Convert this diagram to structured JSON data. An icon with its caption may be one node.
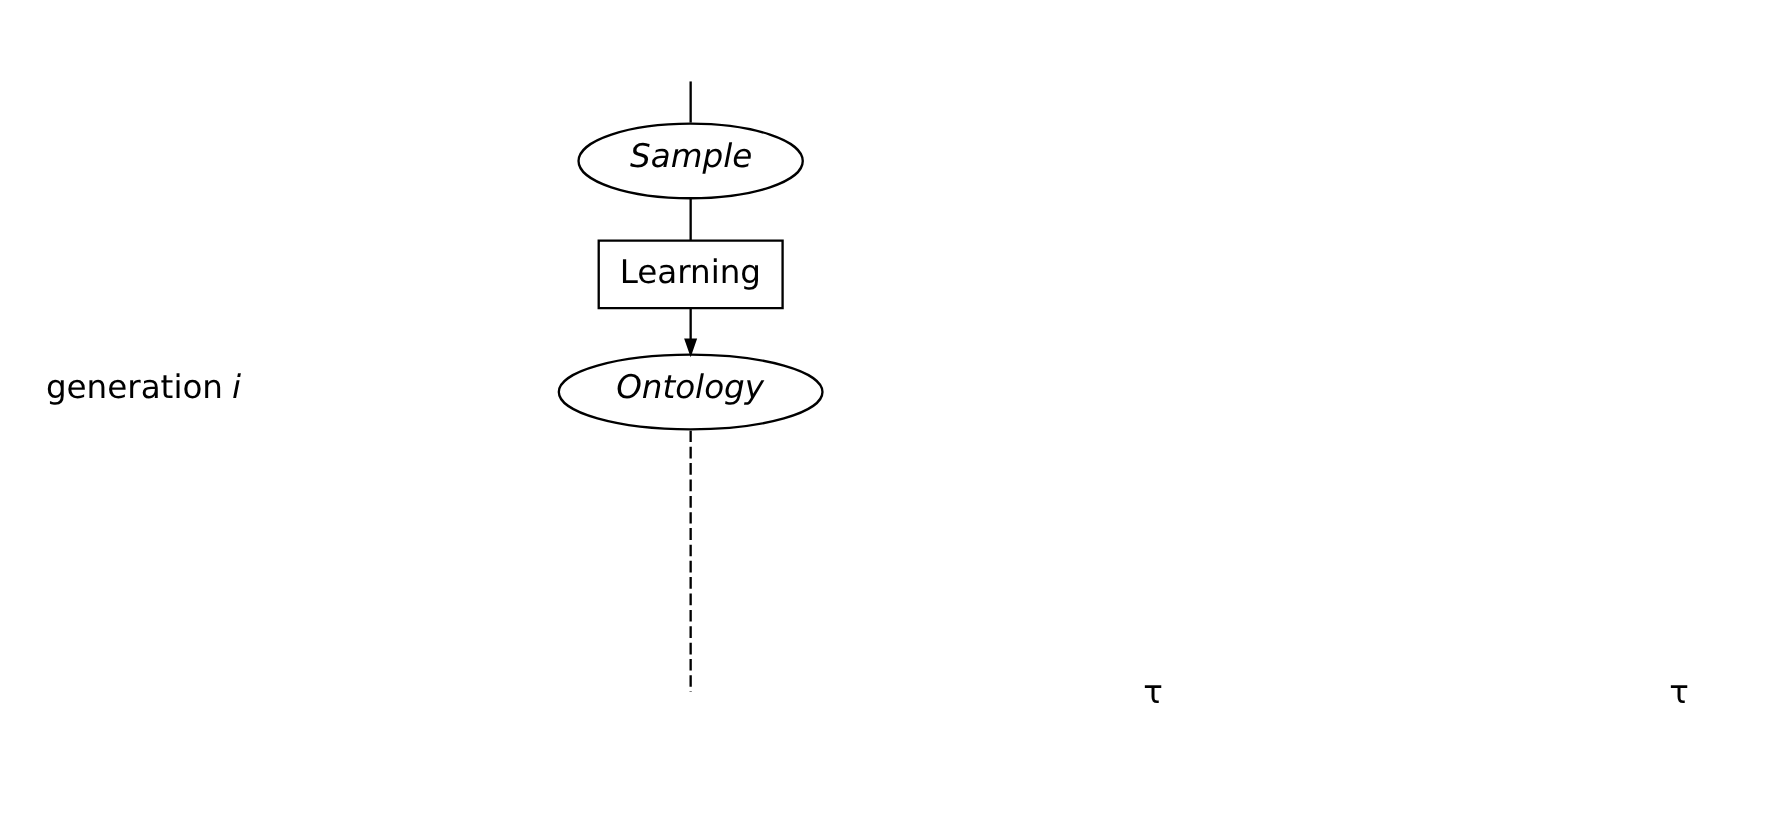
{
  "diagram": {
    "nodes": [
      {
        "text": [
          "Sample"
        ]
      },
      {
        "text": [
          "Learning"
        ]
      },
      {
        "text": [
          "Ontology"
        ]
      }
    ],
    "edges": [
      {
        "from": null,
        "to": 0,
        "arrow": "none"
      },
      {
        "from": 0,
        "to": 1,
        "arrow": "none"
      },
      {
        "from": 1,
        "to": 2,
        "arrow": "to"
      },
      {
        "from": 2,
        "to": null,
        "arrow": "none",
        "style": "dashed"
      }
    ],
    "labels": [
      "generation *i*",
      "τ",
      "τ"
    ]
  }
}
